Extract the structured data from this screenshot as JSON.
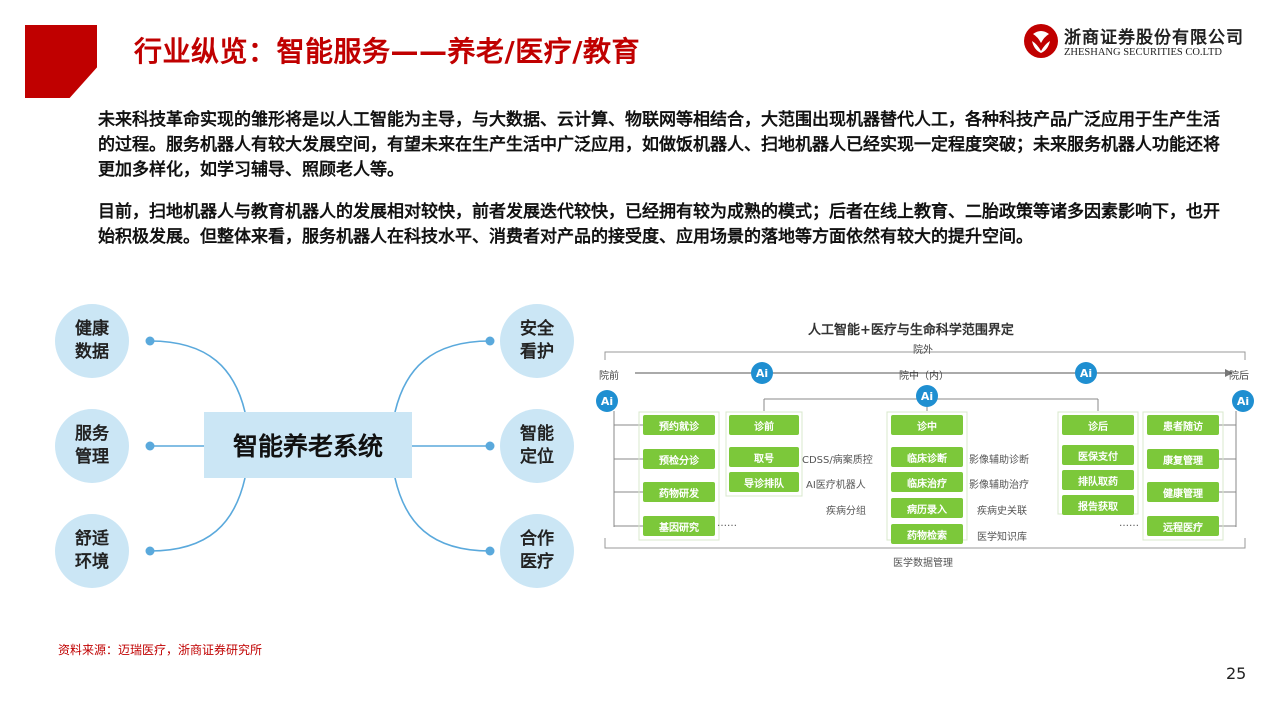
{
  "header": {
    "title": "行业纵览：智能服务——养老/医疗/教育",
    "logo_cn": "浙商证券股份有限公司",
    "logo_en": "ZHESHANG SECURITIES CO.LTD"
  },
  "paragraphs": [
    "未来科技革命实现的雏形将是以人工智能为主导，与大数据、云计算、物联网等相结合，大范围出现机器替代人工，各种科技产品广泛应用于生产生活的过程。服务机器人有较大发展空间，有望未来在生产生活中广泛应用，如做饭机器人、扫地机器人已经实现一定程度突破；未来服务机器人功能还将更加多样化，如学习辅导、照顾老人等。",
    "目前，扫地机器人与教育机器人的发展相对较快，前者发展迭代较快，已经拥有较为成熟的模式；后者在线上教育、二胎政策等诸多因素影响下，也开始积极发展。但整体来看，服务机器人在科技水平、消费者对产品的接受度、应用场景的落地等方面依然有较大的提升空间。"
  ],
  "care_diagram": {
    "center": "智能养老系统",
    "left_nodes": [
      "健康数据",
      "服务管理",
      "舒适环境"
    ],
    "right_nodes": [
      "安全看护",
      "智能定位",
      "合作医疗"
    ],
    "color": "#cbe6f5"
  },
  "medical_diagram": {
    "title": "人工智能+医疗与生命科学范围界定",
    "outer_label": "院外",
    "flow_labels": {
      "before": "院前",
      "during": "院中（内）",
      "after": "院后"
    },
    "ai_label": "Ai",
    "left_column": [
      "预约就诊",
      "预检分诊",
      "药物研发",
      "基因研究"
    ],
    "pre_header": "诊前",
    "pre_items": [
      "取号",
      "导诊排队"
    ],
    "mid_header": "诊中",
    "mid_items": [
      "临床诊断",
      "临床治疗",
      "病历录入",
      "药物检索"
    ],
    "mid_left_labels": [
      "CDSS/病案质控",
      "AI医疗机器人",
      "疾病分组"
    ],
    "mid_right_labels": [
      "影像辅助诊断",
      "影像辅助治疗",
      "疾病史关联",
      "医学知识库"
    ],
    "post_header": "诊后",
    "post_items": [
      "医保支付",
      "排队取药",
      "报告获取"
    ],
    "right_column": [
      "患者随访",
      "康复管理",
      "健康管理",
      "远程医疗"
    ],
    "ellipsis": "……",
    "footer": "医学数据管理",
    "green": "#7cc83a",
    "blue": "#1f8fd1"
  },
  "source": "资料来源：迈瑞医疗，浙商证券研究所",
  "page_number": "25",
  "accent_color": "#c00000"
}
